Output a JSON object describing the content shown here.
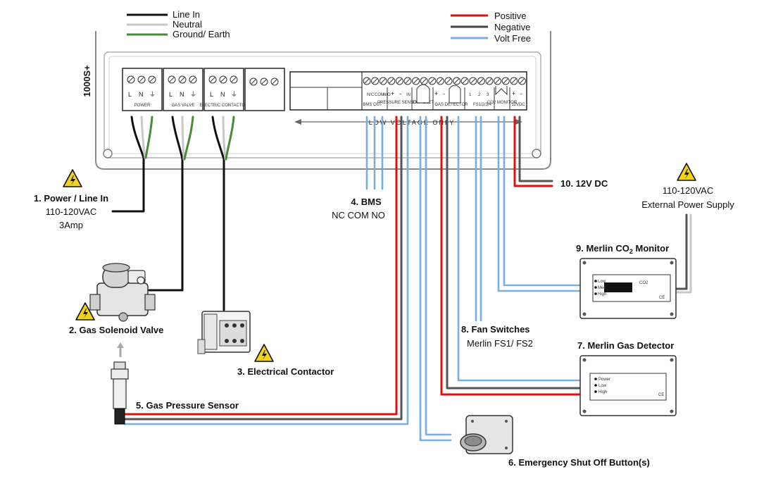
{
  "legend_left": [
    {
      "label": "Line In",
      "color": "#111111"
    },
    {
      "label": "Neutral",
      "color": "#c8c8c8"
    },
    {
      "label": "Ground/ Earth",
      "color": "#4a8a3a"
    }
  ],
  "legend_right": [
    {
      "label": "Positive",
      "color": "#e01010"
    },
    {
      "label": "Negative",
      "color": "#444444"
    },
    {
      "label": "Volt Free",
      "color": "#7aaede"
    }
  ],
  "panel": {
    "model": "1000S+",
    "low_voltage_label": "LOW VOLTAGE ONLY",
    "terminal_groups": {
      "power": {
        "name": "POWER",
        "terms": [
          "L",
          "N",
          "⏚"
        ]
      },
      "gas_valve": {
        "name": "GAS VALVE",
        "terms": [
          "L",
          "N",
          "⏚"
        ]
      },
      "contactor": {
        "name": "ELECTRIC CONTACTOR",
        "terms": [
          "L",
          "N",
          "⏚"
        ]
      },
      "bms": {
        "name": "BMS OUT",
        "terms": [
          "N/C",
          "COM",
          "N/O"
        ]
      },
      "pressure": {
        "name": "PRESSURE SENSOR",
        "terms": [
          "+",
          "-",
          "IN"
        ]
      },
      "em_reset": {
        "name": "EM RESET"
      },
      "gas_detector": {
        "name": "GAS DETECTOR",
        "terms": [
          "+",
          "-"
        ]
      },
      "fs": {
        "name": "FS1/2/3/4",
        "terms": [
          "1",
          "2",
          "3"
        ]
      },
      "co2": {
        "name": "CO2 MONITOR"
      },
      "dc12": {
        "name": "12VDC",
        "terms": [
          "+",
          "-"
        ]
      }
    }
  },
  "labels": {
    "power": {
      "title": "1. Power / Line In",
      "line2": "110-120VAC",
      "line3": "3Amp"
    },
    "solenoid": "2. Gas Solenoid Valve",
    "contactor": "3. Electrical Contactor",
    "bms": {
      "title": "4. BMS",
      "sub": "NC COM NO"
    },
    "pressure": "5. Gas Pressure Sensor",
    "emergency": "6. Emergency Shut Off Button(s)",
    "gas_detector": "7. Merlin Gas Detector",
    "fan": {
      "title": "8. Fan Switches",
      "sub": "Merlin FS1/ FS2"
    },
    "co2": {
      "title_pre": "9. Merlin CO",
      "title_sub": "2",
      "title_post": " Monitor"
    },
    "dc12": "10. 12V DC",
    "ext_power": {
      "line1": "110-120VAC",
      "line2": "External Power Supply"
    }
  },
  "devices": {
    "co2_monitor": {
      "leds": [
        "Low",
        "Med",
        "High"
      ],
      "badge": "CO2",
      "mark": "CE"
    },
    "gas_detector": {
      "leds": [
        "Power",
        "Low",
        "High"
      ],
      "mark": "CE"
    }
  },
  "colors": {
    "line": "#111111",
    "neutral": "#c8c8c8",
    "ground": "#4a8a3a",
    "positive": "#e01010",
    "negative": "#555555",
    "voltfree": "#7aaede",
    "warning": "#f2d21b"
  }
}
